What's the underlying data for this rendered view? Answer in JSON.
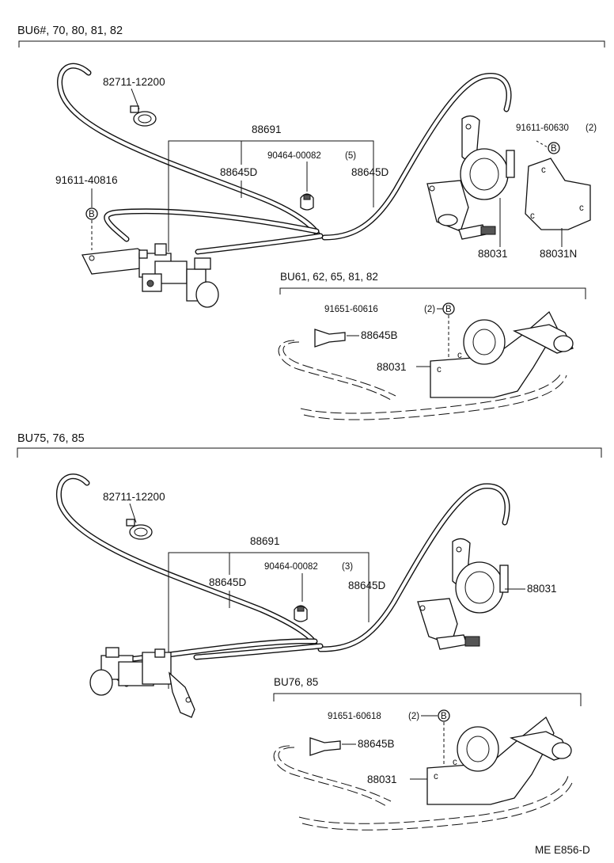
{
  "sections": [
    {
      "header": "BU6#, 70, 80, 81, 82",
      "labels": {
        "clamp": "82711-12200",
        "hose_set": "88691",
        "hose_left": "88645D",
        "hose_right": "88645D",
        "clip": "90464-00082",
        "clip_qty": "(5)",
        "bolt": "91611-40816",
        "bolt_b": "B",
        "bracket_bolt": "91611-60630",
        "bracket_bolt_qty": "(2)",
        "bracket_bolt_b": "B",
        "actuator": "88031",
        "bracket": "88031N"
      },
      "sub": {
        "header": "BU61, 62, 65, 81, 82",
        "bolt": "91651-60616",
        "bolt_qty": "(2)",
        "bolt_b": "B",
        "hose": "88645B",
        "actuator": "88031"
      }
    },
    {
      "header": "BU75, 76, 85",
      "labels": {
        "clamp": "82711-12200",
        "hose_set": "88691",
        "hose_left": "88645D",
        "hose_right": "88645D",
        "clip": "90464-00082",
        "clip_qty": "(3)",
        "actuator": "88031"
      },
      "sub": {
        "header": "BU76, 85",
        "bolt": "91651-60618",
        "bolt_qty": "(2)",
        "bolt_b": "B",
        "hose": "88645B",
        "actuator": "88031"
      }
    }
  ],
  "footer": "ME E856-D"
}
